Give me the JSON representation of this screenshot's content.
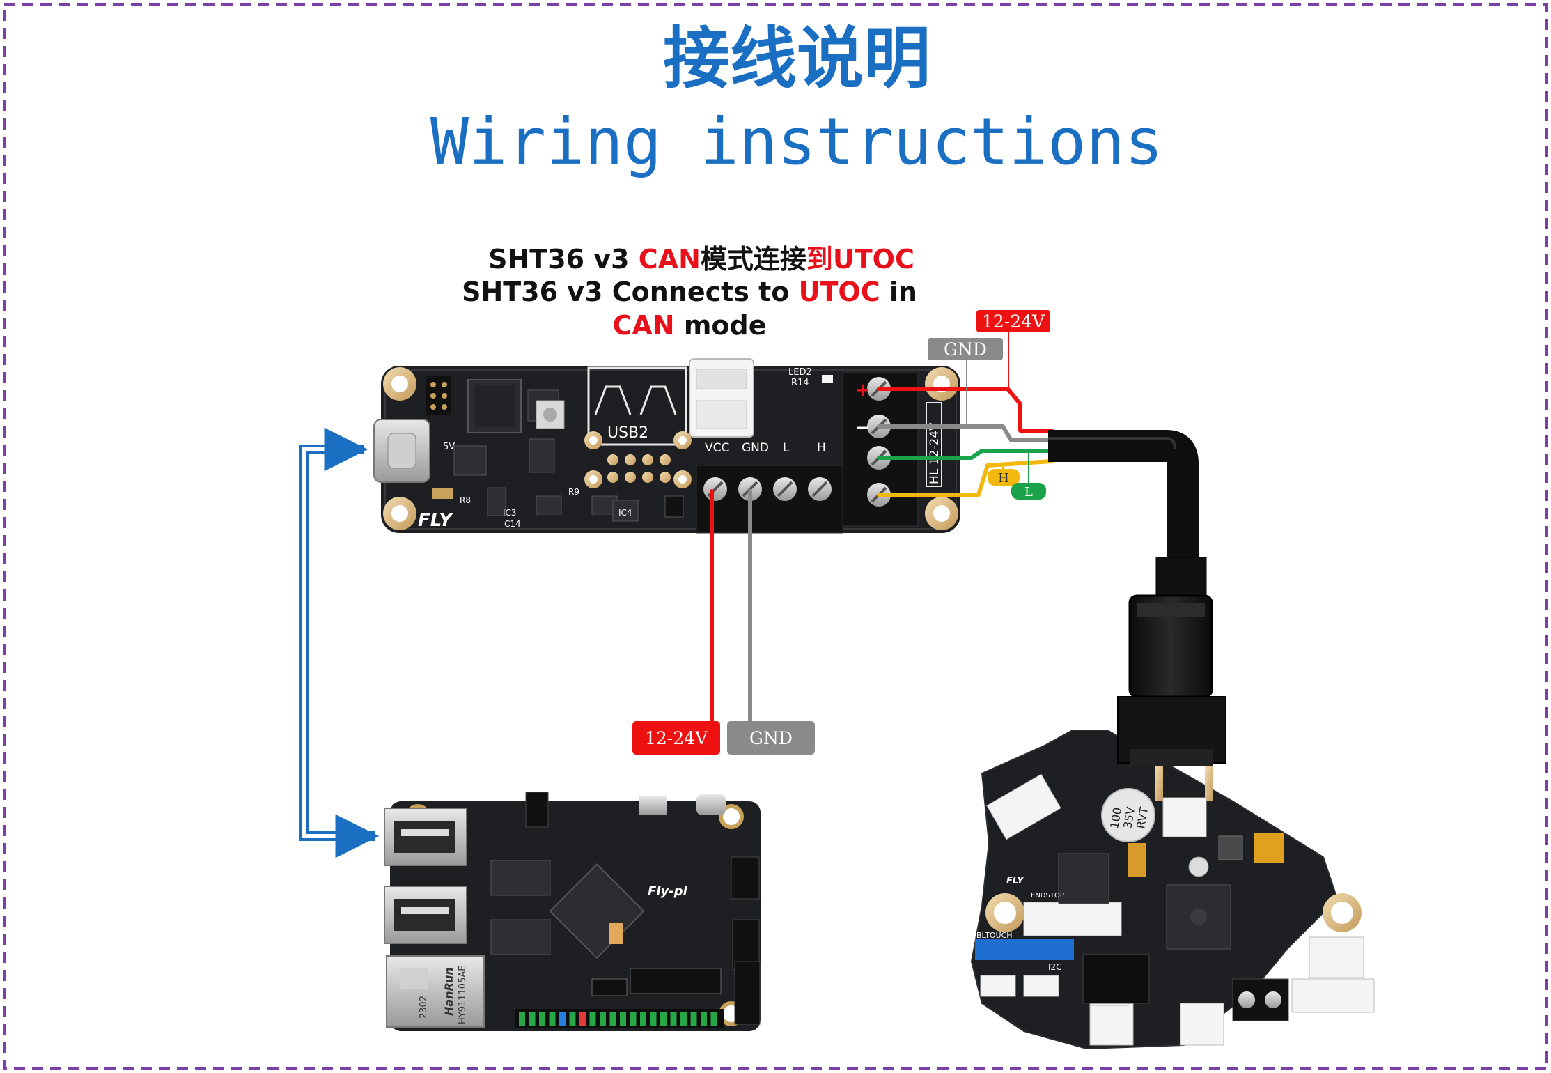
{
  "title_cn": "接线说明",
  "title_en": "Wiring instructions",
  "caption": {
    "line1": [
      {
        "text": "SHT36 v3 ",
        "color": "#111111"
      },
      {
        "text": "CAN",
        "color": "#e8101a"
      },
      {
        "text": "模式连接",
        "color": "#111111"
      },
      {
        "text": "到UTOC",
        "color": "#e8101a"
      }
    ],
    "line2": [
      {
        "text": "SHT36 v3 Connects to ",
        "color": "#111111"
      },
      {
        "text": "UTOC",
        "color": "#e8101a"
      },
      {
        "text": " in",
        "color": "#111111"
      }
    ],
    "line3": [
      {
        "text": "CAN",
        "color": "#e8101a"
      },
      {
        "text": " mode",
        "color": "#111111"
      }
    ]
  },
  "tags": {
    "top_power": "12-24V",
    "top_gnd": "GND",
    "bottom_power": "12-24V",
    "bottom_gnd": "GND",
    "can_h": "H",
    "can_l": "L"
  },
  "sht36_board": {
    "silk_usb": "USB2",
    "silk_fly": "FLY",
    "silk_5v": "5V",
    "silk_led": "LED2",
    "silk_r14": "R14",
    "silk_r8": "R8",
    "silk_r9": "R9",
    "silk_ic3": "IC3",
    "silk_ic4": "IC4",
    "silk_c14": "C14",
    "pin_vcc": "VCC",
    "pin_gnd": "GND",
    "pin_l": "L",
    "pin_h": "H",
    "side_label": "HL 12-24V",
    "plus": "+",
    "minus": "−"
  },
  "flypi_board": {
    "name": "Fly-pi",
    "eth_brand": "HanRun",
    "eth_model": "HY911105AE",
    "eth_date": "2302"
  },
  "utoc_board": {
    "cap_text_1": "100",
    "cap_text_2": "35V",
    "cap_text_3": "RVT",
    "silk_fly": "FLY",
    "silk_bltouch": "BLTOUCH",
    "silk_i2c": "I2C",
    "silk_endstop": "ENDSTOP"
  },
  "colors": {
    "title": "#1a6fc2",
    "frame": "#7b3fa8",
    "arrow": "#1a6fc2",
    "wire_red": "#ee1111",
    "wire_grey": "#8a8a8a",
    "wire_green": "#1aa34a",
    "wire_yellow": "#f3b80c",
    "pcb": "#1e1f22"
  }
}
